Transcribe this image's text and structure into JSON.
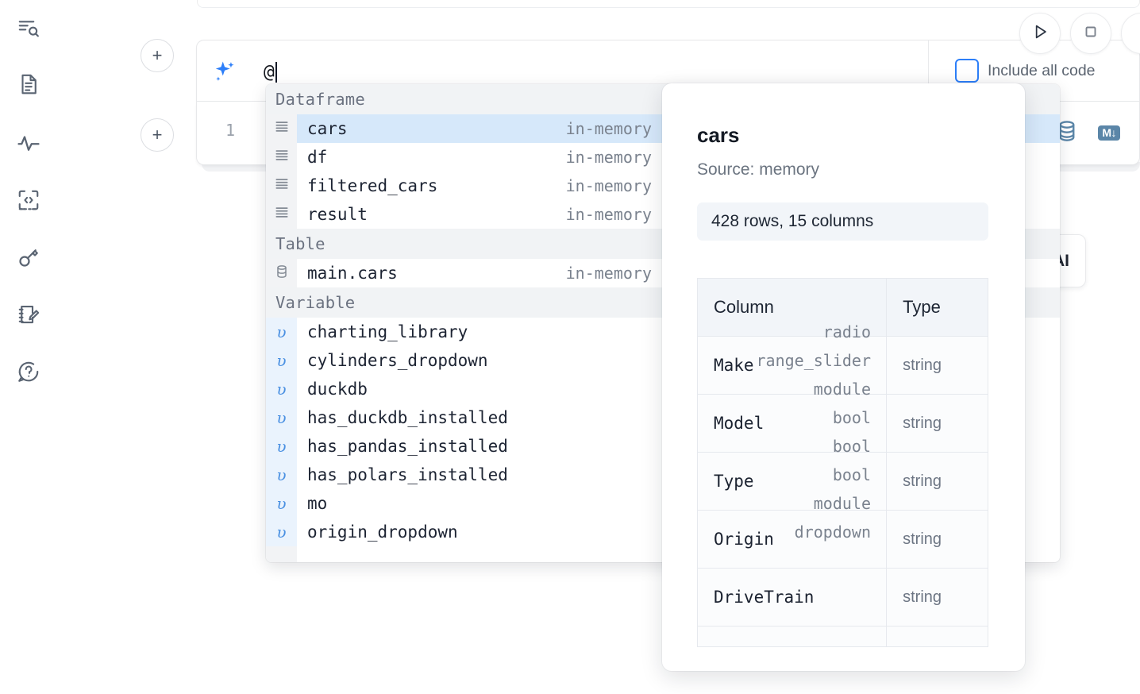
{
  "rail": {
    "items": [
      {
        "name": "explore-outline-icon",
        "label": "Outline / search"
      },
      {
        "name": "file-text-icon",
        "label": "Notebook file"
      },
      {
        "name": "activity-pulse-icon",
        "label": "Activity"
      },
      {
        "name": "code-snippet-icon",
        "label": "Snippets"
      },
      {
        "name": "key-icon",
        "label": "Secrets"
      },
      {
        "name": "scratchpad-edit-icon",
        "label": "Scratchpad"
      },
      {
        "name": "chat-question-icon",
        "label": "Help / chat"
      }
    ]
  },
  "toolbar": {
    "add_cell_label": "+",
    "run_label": "Run",
    "stop_label": "Stop"
  },
  "ai_cell": {
    "input_value": "@",
    "include_all_code_label": "Include all code",
    "include_all_code_checked": false,
    "sparkle_icon": "sparkle-ai-icon"
  },
  "code_cell": {
    "line_number": "1",
    "database_icon": "database-icon",
    "markdown_badge": "M↓"
  },
  "background_card": {
    "text": "h AI"
  },
  "autocomplete": {
    "sections": [
      {
        "title": "Dataframe",
        "items": [
          {
            "icon": "dataframe-rows-icon",
            "name": "cars",
            "meta": "in-memory",
            "selected": true,
            "kind": "dataframe"
          },
          {
            "icon": "dataframe-rows-icon",
            "name": "df",
            "meta": "in-memory",
            "selected": false,
            "kind": "dataframe"
          },
          {
            "icon": "dataframe-rows-icon",
            "name": "filtered_cars",
            "meta": "in-memory",
            "selected": false,
            "kind": "dataframe"
          },
          {
            "icon": "dataframe-rows-icon",
            "name": "result",
            "meta": "in-memory",
            "selected": false,
            "kind": "dataframe"
          }
        ]
      },
      {
        "title": "Table",
        "items": [
          {
            "icon": "database-table-icon",
            "name": "main.cars",
            "meta": "in-memory",
            "selected": false,
            "kind": "table"
          }
        ]
      },
      {
        "title": "Variable",
        "items": [
          {
            "icon": "variable-icon",
            "name": "charting_library",
            "meta": "radio",
            "selected": false,
            "kind": "variable"
          },
          {
            "icon": "variable-icon",
            "name": "cylinders_dropdown",
            "meta": "range_slider",
            "selected": false,
            "kind": "variable"
          },
          {
            "icon": "variable-icon",
            "name": "duckdb",
            "meta": "module",
            "selected": false,
            "kind": "variable"
          },
          {
            "icon": "variable-icon",
            "name": "has_duckdb_installed",
            "meta": "bool",
            "selected": false,
            "kind": "variable"
          },
          {
            "icon": "variable-icon",
            "name": "has_pandas_installed",
            "meta": "bool",
            "selected": false,
            "kind": "variable"
          },
          {
            "icon": "variable-icon",
            "name": "has_polars_installed",
            "meta": "bool",
            "selected": false,
            "kind": "variable"
          },
          {
            "icon": "variable-icon",
            "name": "mo",
            "meta": "module",
            "selected": false,
            "kind": "variable"
          },
          {
            "icon": "variable-icon",
            "name": "origin_dropdown",
            "meta": "dropdown",
            "selected": false,
            "kind": "variable"
          }
        ]
      }
    ]
  },
  "detail_panel": {
    "title": "cars",
    "source": "Source: memory",
    "shape": "428 rows, 15 columns",
    "columns_header": "Column",
    "type_header": "Type",
    "rows": [
      {
        "column": "Make",
        "type": "string"
      },
      {
        "column": "Model",
        "type": "string"
      },
      {
        "column": "Type",
        "type": "string"
      },
      {
        "column": "Origin",
        "type": "string"
      },
      {
        "column": "DriveTrain",
        "type": "string"
      }
    ]
  },
  "colors": {
    "accent_blue": "#2d7ff9",
    "selected_row": "#d6e8fa",
    "section_header_bg": "#f1f3f5",
    "badge_steel": "#5b86a8",
    "text_primary": "#1d2433",
    "text_muted": "#7a828e"
  }
}
